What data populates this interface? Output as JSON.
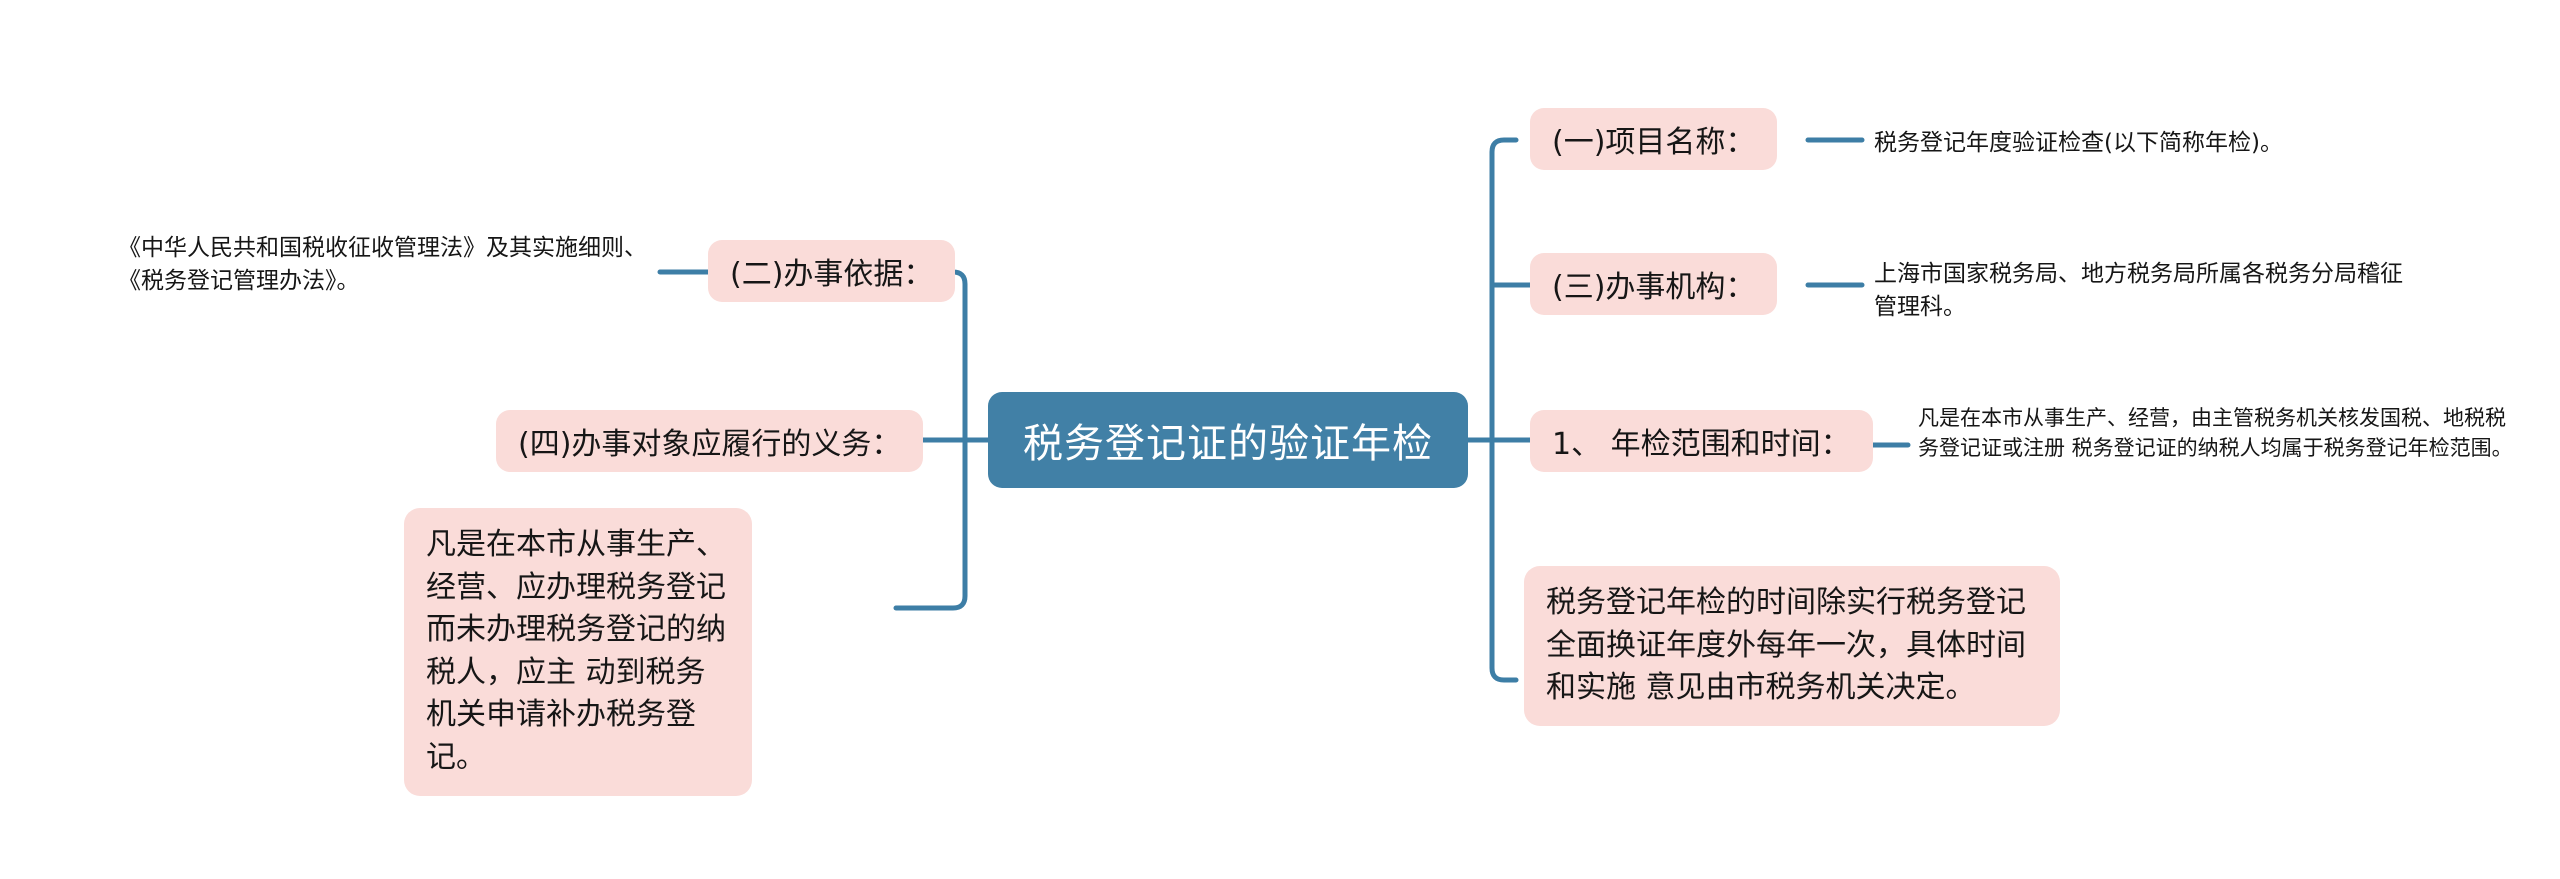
{
  "theme": {
    "root_fill": "#4180a6",
    "root_text": "#ffffff",
    "topic_fill": "#fadcd9",
    "topic_text": "#161616",
    "link_stroke": "#3d7ea6",
    "page_background": "#ffffff"
  },
  "mindmap": {
    "root": {
      "label": "税务登记证的验证年检"
    },
    "left_branches": [
      {
        "id": "ban-shi-yi-ju",
        "label": "(二)办事依据：",
        "detail": "《中华人民共和国税收征收管理法》及其实施细则、《税务登记管理办法》。"
      },
      {
        "id": "yi-wu",
        "label": "(四)办事对象应履行的义务："
      },
      {
        "id": "yi-wu-detail",
        "label": "凡是在本市从事生产、经营、应办理税务登记而未办理税务登记的纳税人，应主 动到税务机关申请补办税务登记。"
      }
    ],
    "right_branches": [
      {
        "id": "xiang-mu-ming-cheng",
        "label": "(一)项目名称：",
        "detail": "税务登记年度验证检查(以下简称年检)。"
      },
      {
        "id": "ban-shi-ji-gou",
        "label": "(三)办事机构：",
        "detail": "上海市国家税务局、地方税务局所属各税务分局稽征管理科。"
      },
      {
        "id": "nian-jian-fan-wei",
        "label": "1、 年检范围和时间：",
        "detail": "凡是在本市从事生产、经营，由主管税务机关核发国税、地税税务登记证或注册 税务登记证的纳税人均属于税务登记年检范围。"
      },
      {
        "id": "nian-jian-shi-jian",
        "label": "税务登记年检的时间除实行税务登记全面换证年度外每年一次，具体时间和实施 意见由市税务机关决定。"
      }
    ]
  }
}
